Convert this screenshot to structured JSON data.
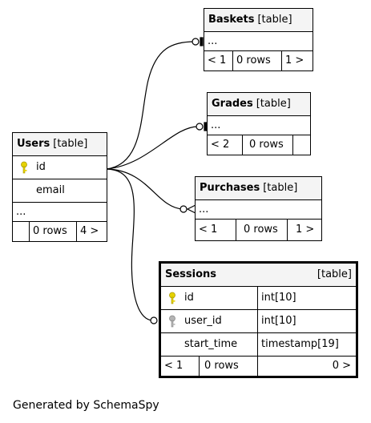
{
  "tables": {
    "baskets": {
      "name": "Baskets",
      "tag": "[table]",
      "row1": "...",
      "prev": "< 1",
      "rows": "0 rows",
      "next": "1 >"
    },
    "grades": {
      "name": "Grades",
      "tag": "[table]",
      "row1": "...",
      "prev": "< 2",
      "rows": "0 rows",
      "next": ""
    },
    "purchases": {
      "name": "Purchases",
      "tag": "[table]",
      "row1": "...",
      "prev": "< 1",
      "rows": "0 rows",
      "next": "1 >"
    },
    "users": {
      "name": "Users",
      "tag": "[table]",
      "col_id": "id",
      "col_email": "email",
      "ellipsis": "...",
      "prev": "",
      "rows": "0 rows",
      "next": "4 >"
    },
    "sessions": {
      "name": "Sessions",
      "tag": "[table]",
      "columns": [
        {
          "name": "id",
          "type": "int[10]",
          "key": "primary"
        },
        {
          "name": "user_id",
          "type": "int[10]",
          "key": "foreign"
        },
        {
          "name": "start_time",
          "type": "timestamp[19]",
          "key": "none"
        }
      ],
      "prev": "< 1",
      "rows": "0 rows",
      "next": "0 >"
    }
  },
  "key_colors": {
    "primary": "#e6d200",
    "foreign": "#b4b4b4"
  },
  "footer": "Generated by SchemaSpy"
}
